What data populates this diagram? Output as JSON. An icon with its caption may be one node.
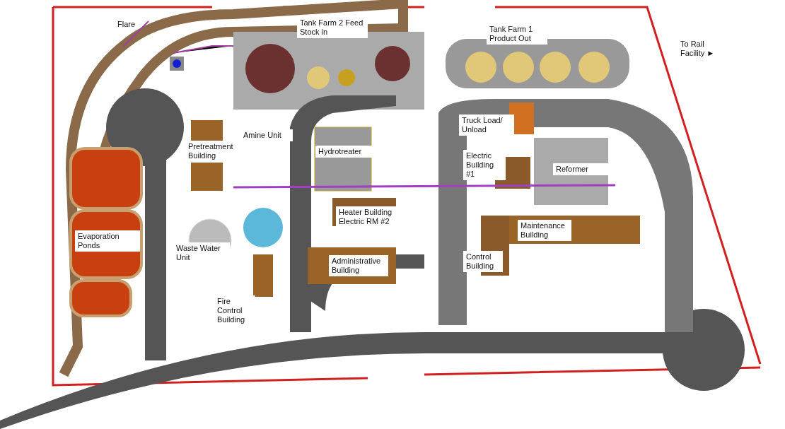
{
  "diagram": {
    "labels": [
      "Flare",
      "Tank Farm 2 Feed Stock in",
      "Tank Farm 1 Product Out",
      "To Rail Facility ►",
      "Truck Load/ Unload",
      "Amine Unit",
      "Pretreatment Building",
      "Hydrotreater",
      "Electric Building #1",
      "Reformer",
      "Heater Building Electric RM #2",
      "Maintenance Building",
      "Evaporation Ponds",
      "Waste Water Unit",
      "Administrative Building",
      "Control Building",
      "Fire Control Building"
    ]
  }
}
